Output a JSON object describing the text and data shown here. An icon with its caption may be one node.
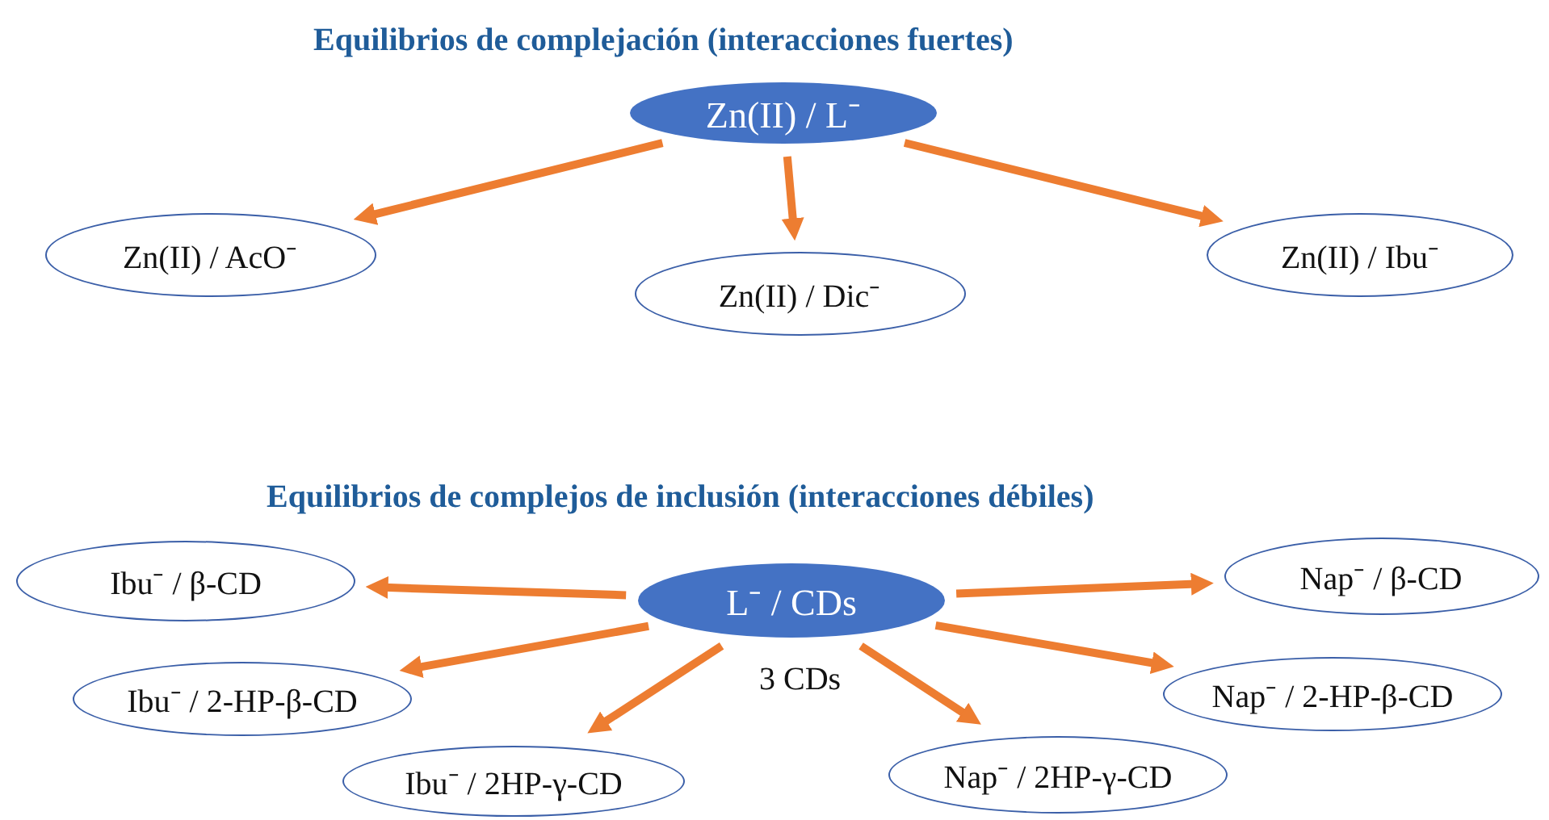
{
  "diagram": {
    "title": "Equilibrios de complejación (interacciones fuertes)",
    "nodes": [
      {
        "text": [
          "Zn(II) / L⁻"
        ]
      },
      {
        "text": [
          "Zn(II) / AcO⁻"
        ]
      },
      {
        "text": [
          "Zn(II) / Dic⁻"
        ]
      },
      {
        "text": [
          "Zn(II) / Ibu⁻"
        ]
      },
      {
        "text": [
          "L⁻ / CDs"
        ]
      },
      {
        "text": [
          "Ibu⁻ / β-CD"
        ]
      },
      {
        "text": [
          "Ibu⁻ / 2-HP-β-CD"
        ]
      },
      {
        "text": [
          "Ibu⁻ / 2HP-γ-CD"
        ]
      },
      {
        "text": [
          "Nap⁻ / β-CD"
        ]
      },
      {
        "text": [
          "Nap⁻ / 2-HP-β-CD"
        ]
      },
      {
        "text": [
          "Nap⁻ / 2HP-γ-CD"
        ]
      }
    ],
    "edges": [
      {
        "from": 0,
        "to": 1,
        "arrow": "to"
      },
      {
        "from": 0,
        "to": 2,
        "arrow": "to"
      },
      {
        "from": 0,
        "to": 3,
        "arrow": "to"
      },
      {
        "from": 4,
        "to": 5,
        "arrow": "to"
      },
      {
        "from": 4,
        "to": 6,
        "arrow": "to"
      },
      {
        "from": 4,
        "to": 7,
        "arrow": "to"
      },
      {
        "from": 4,
        "to": 8,
        "arrow": "to"
      },
      {
        "from": 4,
        "to": 9,
        "arrow": "to"
      },
      {
        "from": 4,
        "to": 10,
        "arrow": "to"
      }
    ],
    "labels": [
      "Equilibrios de complejos de inclusión  (interacciones débiles)",
      "3 CDs"
    ]
  }
}
